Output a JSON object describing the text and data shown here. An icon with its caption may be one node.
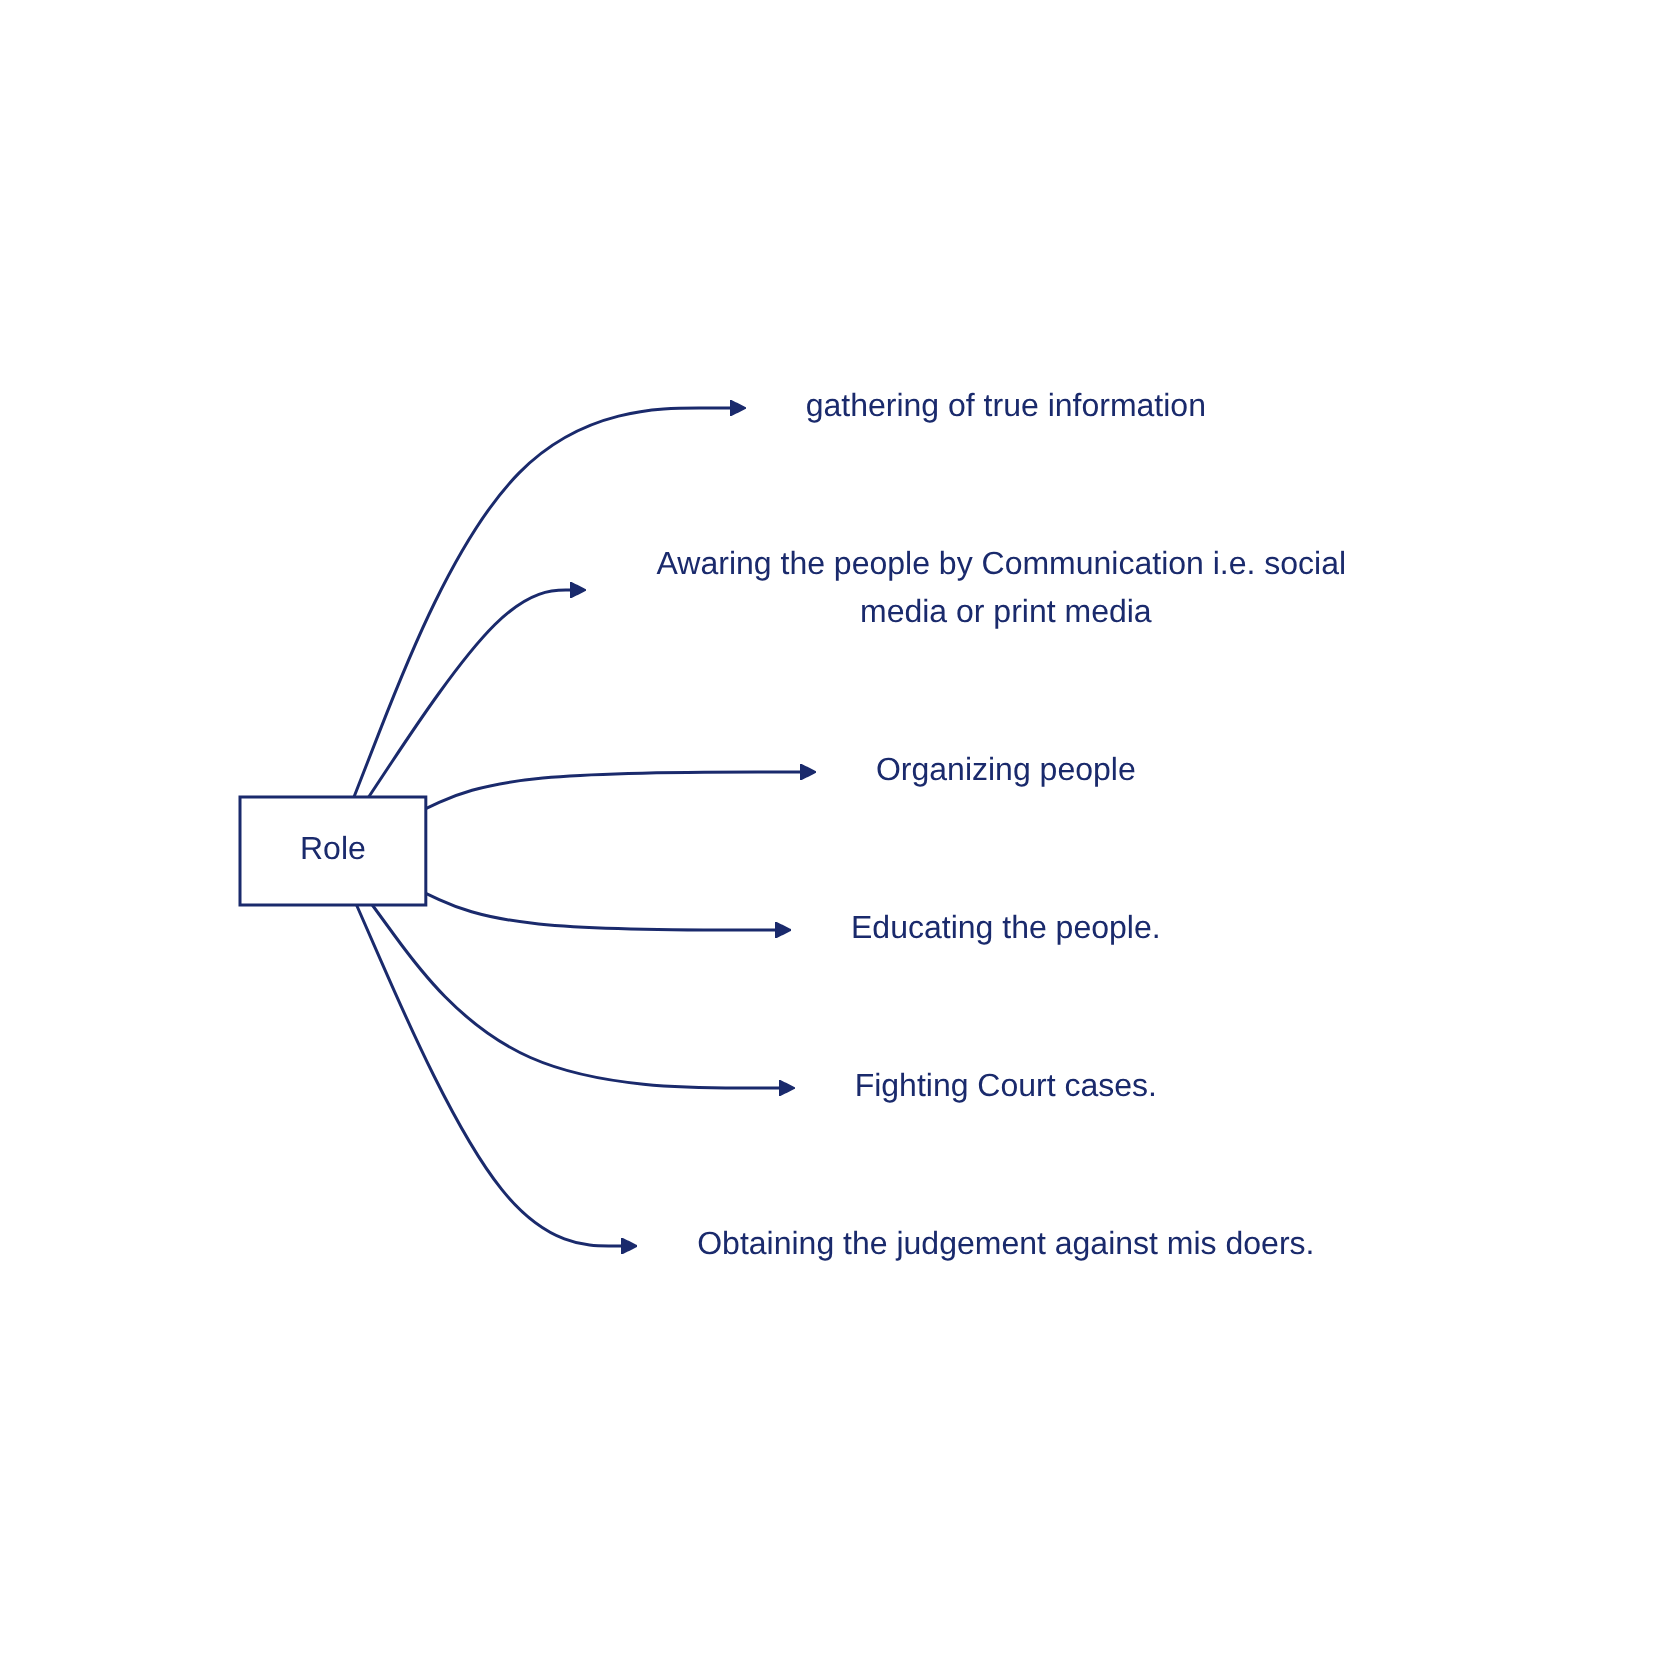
{
  "diagram": {
    "nodes": [
      {
        "text": [
          "Role"
        ]
      },
      {
        "text": [
          "gathering of true information"
        ]
      },
      {
        "text": [
          "Awaring the people by Communication i.e. social media or print media"
        ]
      },
      {
        "text": [
          "Organizing people"
        ]
      },
      {
        "text": [
          "Educating the people."
        ]
      },
      {
        "text": [
          "Fighting Court cases."
        ]
      },
      {
        "text": [
          "Obtaining the judgement against mis doers."
        ]
      }
    ],
    "edges": [
      {
        "from": 0,
        "to": 1,
        "arrow": "to"
      },
      {
        "from": 0,
        "to": 2,
        "arrow": "to"
      },
      {
        "from": 0,
        "to": 3,
        "arrow": "to"
      },
      {
        "from": 0,
        "to": 4,
        "arrow": "to"
      },
      {
        "from": 0,
        "to": 5,
        "arrow": "to"
      },
      {
        "from": 0,
        "to": 6,
        "arrow": "to"
      }
    ]
  }
}
